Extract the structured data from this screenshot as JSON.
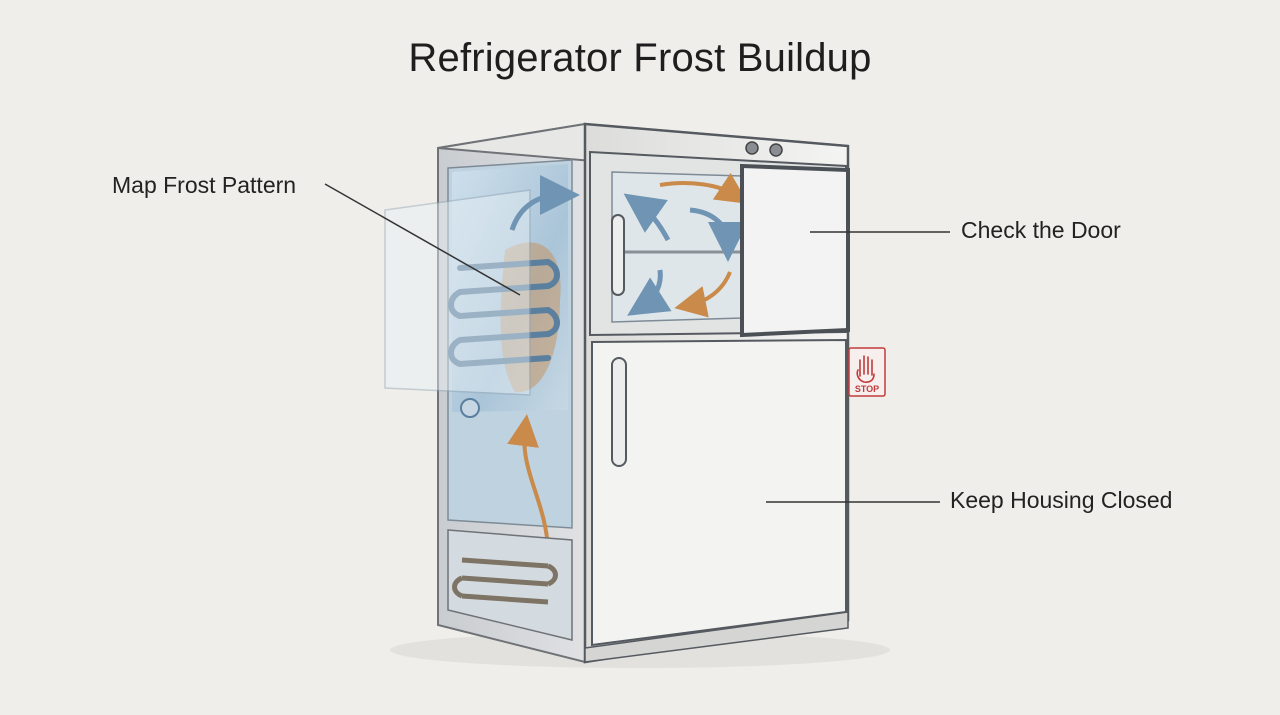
{
  "diagram": {
    "title": "Refrigerator Frost Buildup",
    "callouts": {
      "map_frost": "Map Frost Pattern",
      "check_door": "Check the Door",
      "keep_closed": "Keep Housing Closed"
    },
    "stop_sign": {
      "text": "STOP",
      "icon": "hand-stop-icon"
    },
    "colors": {
      "background": "#efeeea",
      "frost_blue": "#8fb3cc",
      "airflow_orange": "#c98a4a",
      "airflow_blue": "#6f94b4",
      "stop_red": "#c23b3b"
    }
  }
}
